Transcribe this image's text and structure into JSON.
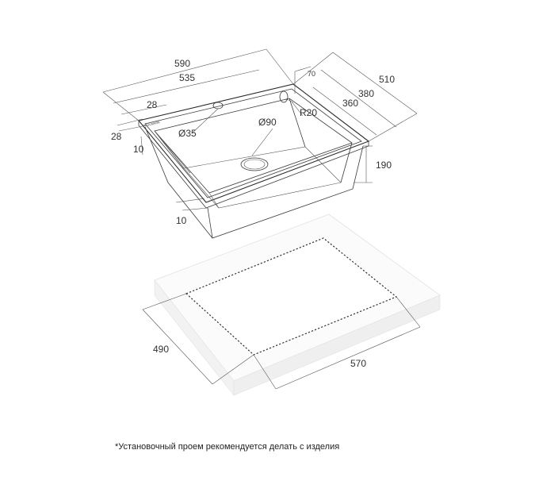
{
  "sink": {
    "brand_text": "PAULMARK",
    "dimensions": {
      "outer_width": "590",
      "inner_width": "535",
      "outer_depth": "510",
      "inner_depth": "380",
      "bowl_depth_top": "360",
      "corner_offset": "70",
      "corner_radius": "R20",
      "tap_hole": "Ø35",
      "drain_hole": "Ø90",
      "rim_back": "28",
      "rim_side": "28",
      "rim_thickness_top": "10",
      "rim_thickness_bottom": "10",
      "bowl_height": "190"
    }
  },
  "cutout": {
    "dimensions": {
      "depth": "490",
      "width": "570"
    }
  },
  "footnote": "*Установочный проем рекомендуется делать с изделия"
}
